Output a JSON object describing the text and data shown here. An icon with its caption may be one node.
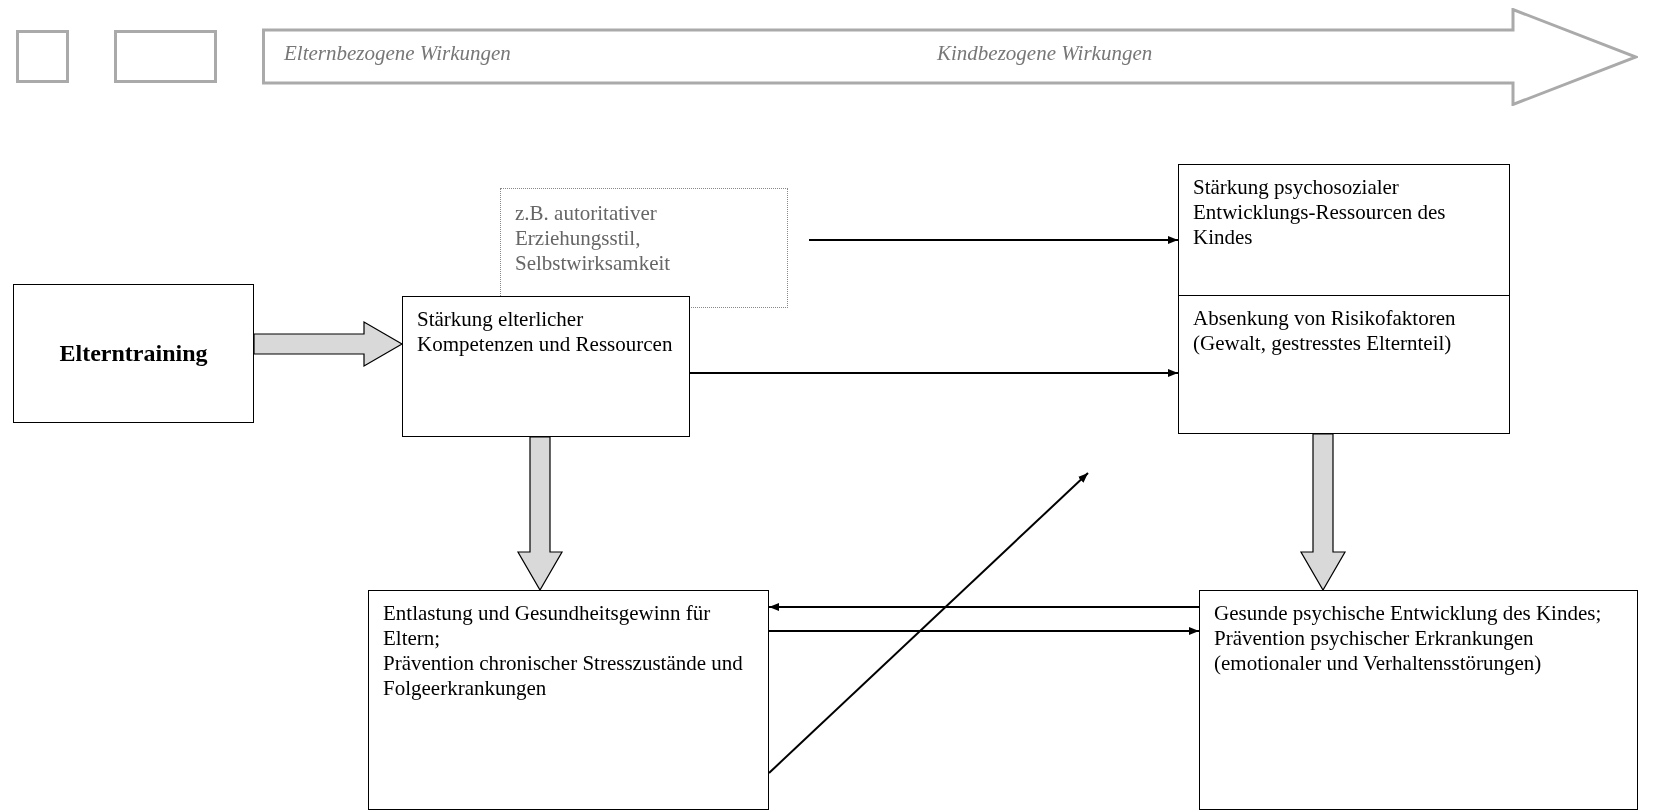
{
  "diagram": {
    "nodes": [
      {
        "text": [],
        "shape": "box"
      },
      {
        "text": [],
        "shape": "box"
      },
      {
        "text": [
          "Elternbezogene Wirkungen",
          "Kindbezogene Wirkungen"
        ]
      },
      {
        "text": [
          "Elterntraining"
        ]
      },
      {
        "text": [
          "z.B. autoritativer Erziehungsstil, Selbstwirksamkeit"
        ]
      },
      {
        "text": [
          "Stärkung elterlicher Kompetenzen und Ressourcen"
        ]
      },
      {
        "text": [
          "Stärkung psychosozialer Entwicklungs-Ressourcen des Kindes"
        ]
      },
      {
        "text": [
          "Absenkung von Risikofaktoren (Gewalt, gestresstes Elternteil)"
        ]
      },
      {
        "text": [
          "Entlastung und Gesundheitsgewinn für Eltern;",
          "Prävention chronischer Stresszustände und Folgeerkrankungen"
        ]
      },
      {
        "text": [
          "Gesunde psychische Entwicklung des Kindes;",
          "Prävention psychischer Erkrankungen (emotionaler und Verhaltensstörungen)"
        ]
      }
    ],
    "edges": [
      {
        "from": 3,
        "to": 5,
        "arrow": "to",
        "style": "thick"
      },
      {
        "from": null,
        "to": 6,
        "arrow": "to"
      },
      {
        "from": 5,
        "to": 7,
        "arrow": "to"
      },
      {
        "from": 5,
        "to": 8,
        "arrow": "to",
        "style": "thick"
      },
      {
        "from": 7,
        "to": 9,
        "arrow": "to",
        "style": "thick"
      },
      {
        "from": 9,
        "to": 8,
        "arrow": "to"
      },
      {
        "from": 8,
        "to": 9,
        "arrow": "to"
      },
      {
        "from": 8,
        "to": null,
        "arrow": "to"
      }
    ]
  }
}
